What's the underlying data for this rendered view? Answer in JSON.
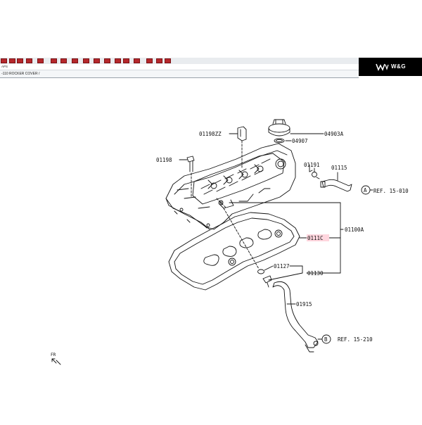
{
  "window": {
    "tab_label": "APS",
    "breadcrumb": "-110  ROCKER COVER /"
  },
  "brand": {
    "name": "W&G",
    "color": "#ffffff",
    "background": "#000000"
  },
  "toolbar": {
    "button_color": "#b5282c",
    "button_count": 17
  },
  "diagram": {
    "labels": {
      "p_01198zz": "01198ZZ",
      "p_04903a": "04903A",
      "p_04907": "04907",
      "p_01198": "01198",
      "p_01191": "01191",
      "p_01115": "01115",
      "ref_a_letter": "A",
      "ref_a_text": "REF. 15-010",
      "p_01100a": "01100A",
      "p_0111c": "0111C",
      "p_01127": "01127",
      "p_01130": "01130",
      "p_01915": "01915",
      "ref_b_letter": "B",
      "ref_b_text": "REF. 15-210",
      "fr_mark": "FR"
    },
    "highlight_color": "#ffd6de",
    "highlighted_part": "0111C"
  }
}
